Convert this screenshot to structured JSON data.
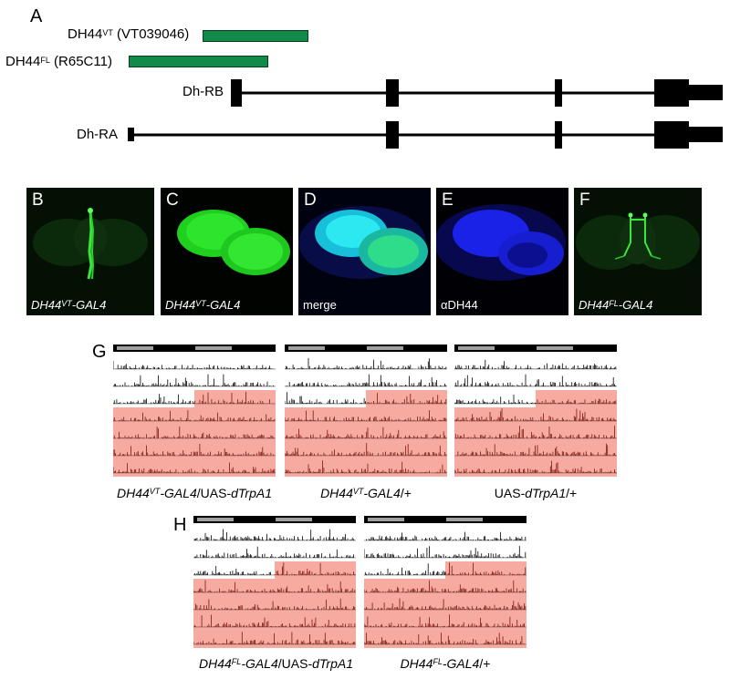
{
  "panels": {
    "A": "A",
    "B": "B",
    "C": "C",
    "D": "D",
    "E": "E",
    "F": "F",
    "G": "G",
    "H": "H"
  },
  "gene_map": {
    "driver_vt": {
      "name": "DH44",
      "sup": "VT",
      "paren": " (VT039046)"
    },
    "driver_fl": {
      "name": "DH44",
      "sup": "FL",
      "paren": " (R65C11)"
    },
    "transcript_rb": "Dh-RB",
    "transcript_ra": "Dh-RA",
    "driver_color": "#128a4a"
  },
  "images": {
    "B": {
      "name": "DH44",
      "sup": "VT",
      "suffix": "-GAL4"
    },
    "C": {
      "name": "DH44",
      "sup": "VT",
      "suffix": "-GAL4"
    },
    "D": {
      "caption": "merge"
    },
    "E": {
      "caption": "αDH44"
    },
    "F": {
      "name": "DH44",
      "sup": "FL",
      "suffix": "-GAL4"
    }
  },
  "actograms_g": [
    {
      "g1": "DH44",
      "sup": "VT",
      "g2": "-GAL4",
      "plain": "/UAS-",
      "g3": "dTrpA1",
      "tail": ""
    },
    {
      "g1": "DH44",
      "sup": "VT",
      "g2": "-GAL4",
      "plain": "/+",
      "g3": "",
      "tail": ""
    },
    {
      "g1": "",
      "sup": "",
      "g2": "",
      "plain": "UAS-",
      "g3": "dTrpA1",
      "tail": "/+"
    }
  ],
  "actograms_h": [
    {
      "g1": "DH44",
      "sup": "FL",
      "g2": "-GAL4",
      "plain": "/UAS-",
      "g3": "dTrpA1",
      "tail": ""
    },
    {
      "g1": "DH44",
      "sup": "FL",
      "g2": "-GAL4",
      "plain": "/+",
      "g3": "",
      "tail": ""
    }
  ],
  "colors": {
    "heat_shading": "#f6aaa0",
    "activity_dark": "#7a1a10",
    "activity_base": "#000000",
    "light_bar": "#a0a0a0",
    "dark_bar": "#000000"
  }
}
